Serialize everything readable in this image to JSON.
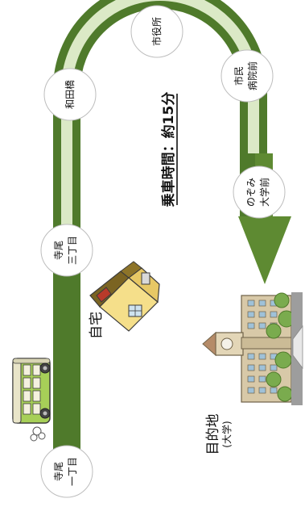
{
  "route": {
    "duration_label": "乗車時間：約15分",
    "stops": [
      {
        "line1": "寺尾",
        "line2": "一丁目"
      },
      {
        "line1": "寺尾",
        "line2": "三丁目"
      },
      {
        "line1": "和田橋",
        "line2": ""
      },
      {
        "line1": "市役所",
        "line2": ""
      },
      {
        "line1": "市民",
        "line2": "病院前"
      },
      {
        "line1": "のぞみ",
        "line2": "大学前"
      }
    ]
  },
  "home": {
    "label": "自宅"
  },
  "destination": {
    "label": "目的地",
    "sub_label": "(大学)"
  },
  "colors": {
    "route_green": "#4f7a2b",
    "route_light": "#dbe9c6",
    "bus_green": "#a7cf58",
    "house_wall": "#f5df8a",
    "house_roof": "#7b6422",
    "school_wall": "#d8c9a8",
    "tree_green": "#7aab4e"
  }
}
